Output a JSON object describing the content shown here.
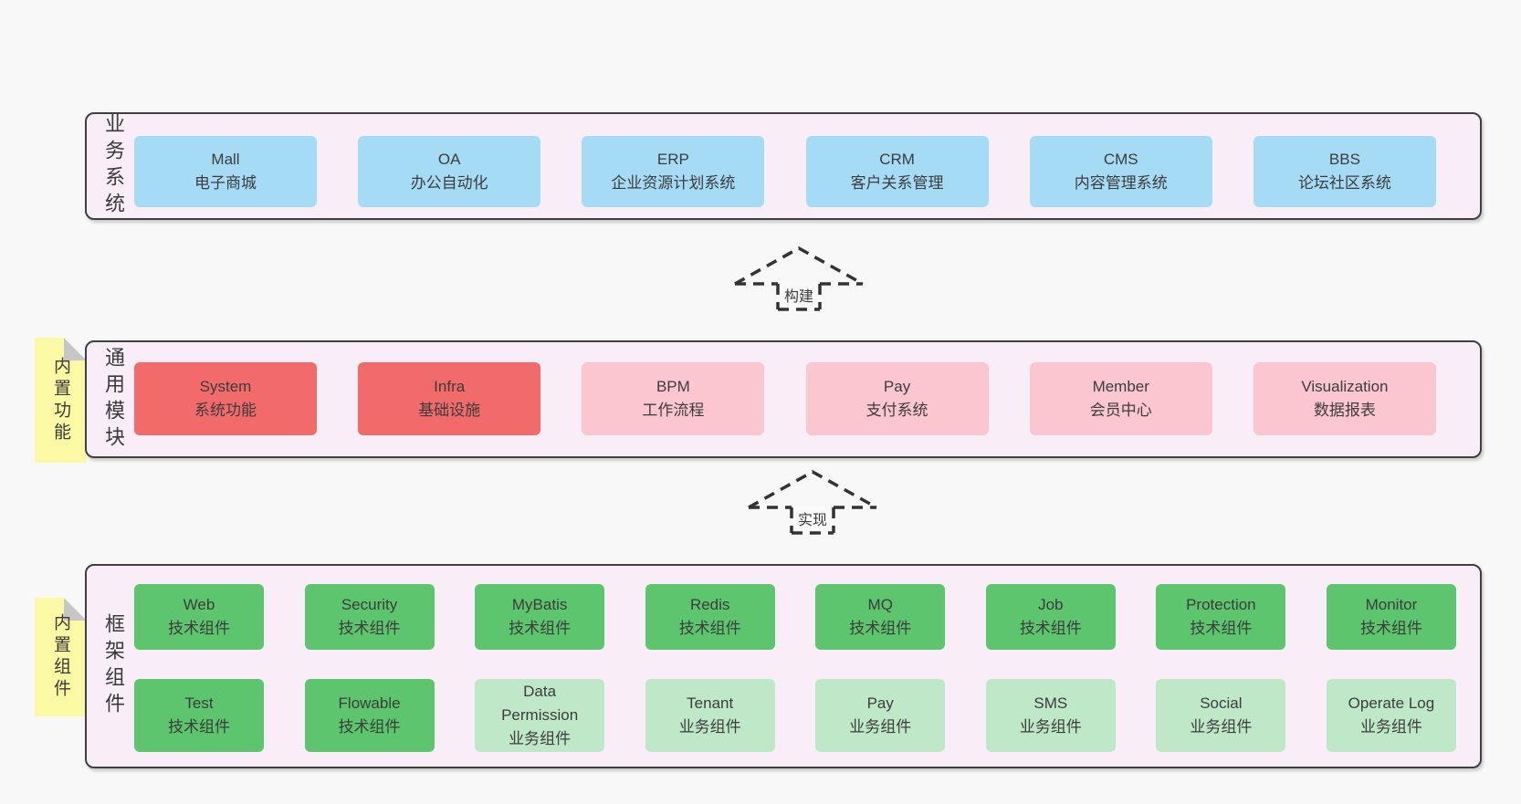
{
  "colors": {
    "page_background": "#f8f8f8",
    "panel_fill": "#f9eef8",
    "panel_border": "#3f3f3f",
    "blue_box": "#a6dbf5",
    "red_box": "#f16b6b",
    "pink_box": "#fcc6d0",
    "green_box": "#5cc56e",
    "light_green_box": "#bfe8c9",
    "sticky_note": "#fbf9a3",
    "sticky_fold": "#c6c6c6",
    "text": "#3c3c3c"
  },
  "arrows": [
    {
      "label": "构建"
    },
    {
      "label": "实现"
    }
  ],
  "panels": [
    {
      "side_label": "业务系统",
      "boxes": [
        {
          "name": "Mall",
          "desc": "电子商城"
        },
        {
          "name": "OA",
          "desc": "办公自动化"
        },
        {
          "name": "ERP",
          "desc": "企业资源计划系统"
        },
        {
          "name": "CRM",
          "desc": "客户关系管理"
        },
        {
          "name": "CMS",
          "desc": "内容管理系统"
        },
        {
          "name": "BBS",
          "desc": "论坛社区系统"
        }
      ]
    },
    {
      "side_label": "通用模块",
      "sticky_note": "内置功能",
      "boxes": [
        {
          "name": "System",
          "desc": "系统功能"
        },
        {
          "name": "Infra",
          "desc": "基础设施"
        },
        {
          "name": "BPM",
          "desc": "工作流程"
        },
        {
          "name": "Pay",
          "desc": "支付系统"
        },
        {
          "name": "Member",
          "desc": "会员中心"
        },
        {
          "name": "Visualization",
          "desc": "数据报表"
        }
      ]
    },
    {
      "side_label": "框架组件",
      "sticky_note": "内置组件",
      "rows": [
        [
          {
            "name": "Web",
            "desc": "技术组件"
          },
          {
            "name": "Security",
            "desc": "技术组件"
          },
          {
            "name": "MyBatis",
            "desc": "技术组件"
          },
          {
            "name": "Redis",
            "desc": "技术组件"
          },
          {
            "name": "MQ",
            "desc": "技术组件"
          },
          {
            "name": "Job",
            "desc": "技术组件"
          },
          {
            "name": "Protection",
            "desc": "技术组件"
          },
          {
            "name": "Monitor",
            "desc": "技术组件"
          }
        ],
        [
          {
            "name": "Test",
            "desc": "技术组件"
          },
          {
            "name": "Flowable",
            "desc": "技术组件"
          },
          {
            "name": "Data Permission",
            "desc": "业务组件"
          },
          {
            "name": "Tenant",
            "desc": "业务组件"
          },
          {
            "name": "Pay",
            "desc": "业务组件"
          },
          {
            "name": "SMS",
            "desc": "业务组件"
          },
          {
            "name": "Social",
            "desc": "业务组件"
          },
          {
            "name": "Operate Log",
            "desc": "业务组件"
          }
        ]
      ]
    }
  ]
}
